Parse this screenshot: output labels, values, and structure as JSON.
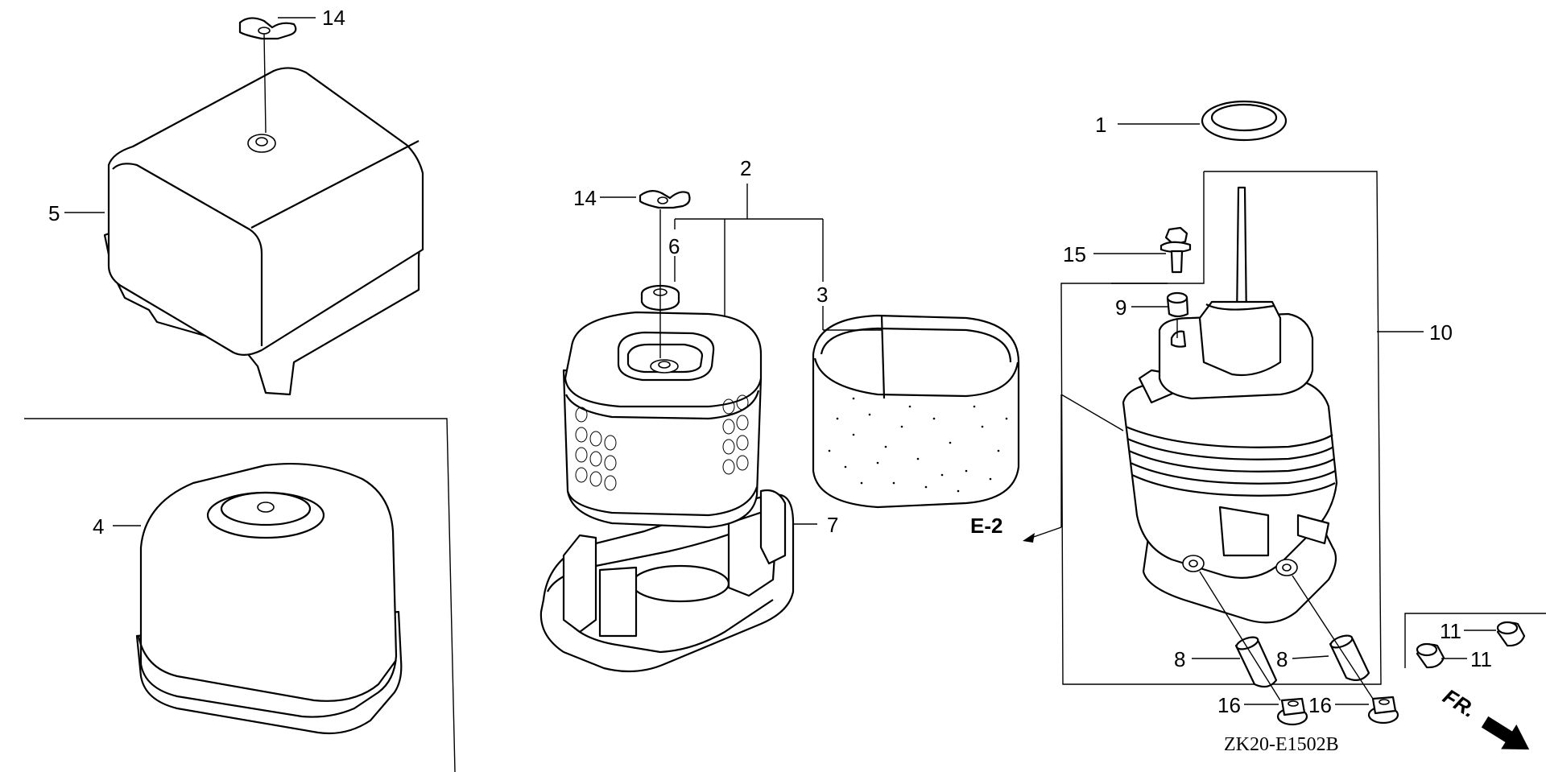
{
  "diagram": {
    "callouts": {
      "c1": "1",
      "c2": "2",
      "c3": "3",
      "c4": "4",
      "c5": "5",
      "c6": "6",
      "c7": "7",
      "c8a": "8",
      "c8b": "8",
      "c9": "9",
      "c10": "10",
      "c11a": "11",
      "c11b": "11",
      "c14a": "14",
      "c14b": "14",
      "c15": "15",
      "c16a": "16",
      "c16b": "16"
    },
    "reference": "E-2",
    "direction": "FR.",
    "drawing_code": "ZK20-E1502B"
  }
}
